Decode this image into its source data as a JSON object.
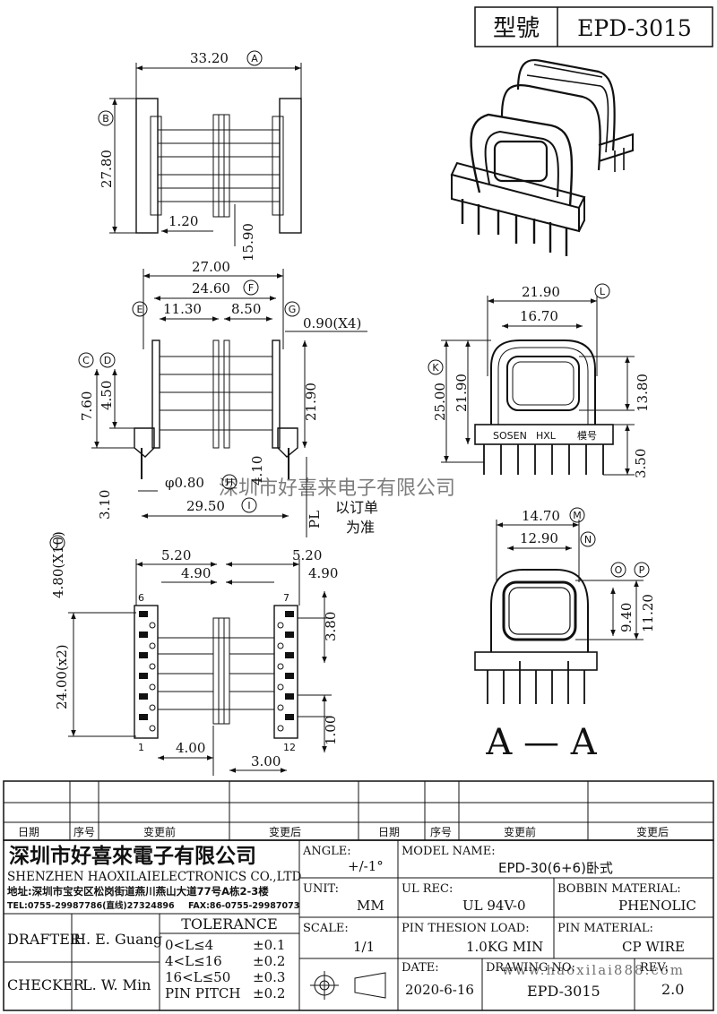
{
  "header": {
    "model_label": "型號",
    "model_value": "EPD-3015"
  },
  "top_view": {
    "width": "33.20",
    "width_tag": "A",
    "height": "27.80",
    "height_tag": "B",
    "flange": "1.20",
    "core_window": "15.90"
  },
  "side_view": {
    "overall": "27.00",
    "inner": "24.60",
    "inner_tag": "F",
    "left_slot": "11.30",
    "right_slot": "8.50",
    "wall": "0.90(X4)",
    "tag_e": "E",
    "tag_g": "G",
    "tag_c": "C",
    "tag_d": "D",
    "h1": "7.60",
    "h2": "4.50",
    "h3": "21.90",
    "pin_dia": "φ0.80",
    "pin_dia_tag": "H",
    "pin_len": "4.10",
    "pin_span": "29.50",
    "pin_span_tag": "I",
    "stub": "3.10",
    "pl_label": "PL",
    "pl_note_1": "以订单",
    "pl_note_2": "为准"
  },
  "front_view": {
    "width": "21.90",
    "width_tag": "L",
    "window": "16.70",
    "height": "25.00",
    "height_tag": "K",
    "inner_h": "21.90",
    "window_h": "13.80",
    "pin_h": "3.50",
    "base_text": [
      "SOSEN",
      "HXL",
      "模号"
    ]
  },
  "end_view": {
    "outer": "14.70",
    "outer_tag": "M",
    "inner": "12.90",
    "inner_tag": "N",
    "tag_o": "O",
    "tag_p": "P",
    "h_inner": "9.40",
    "h_outer": "11.20",
    "aa_label": "A — A"
  },
  "bottom_view": {
    "pitch": "4.80(X10)",
    "pitch_tag": "J",
    "span": "24.00(x2)",
    "left_out": "5.20",
    "left_in": "4.90",
    "right_out": "5.20",
    "right_in": "4.90",
    "pin6": "6",
    "pin7": "7",
    "pin1": "1",
    "pin12": "12",
    "v1": "3.80",
    "v2": "1.00",
    "h1": "4.00",
    "h2": "3.00"
  },
  "revision_table": {
    "columns": [
      "日期",
      "序号",
      "变更前",
      "变更后",
      "日期",
      "序号",
      "变更前",
      "变更后"
    ]
  },
  "title_block": {
    "company_cn": "深圳市好喜來電子有限公司",
    "company_en": "SHENZHEN HAOXILAIELECTRONICS CO.,LTD",
    "address": "地址:深圳市宝安区松岗街道燕川燕山大道77号A栋2-3楼",
    "tel": "TEL:0755-29987786(直线)27324896",
    "fax": "FAX:86-0755-29987073",
    "drafter_label": "DRAFTER",
    "drafter": "H. E. Guang",
    "checker_label": "CHECKER",
    "checker": "L. W. Min",
    "tolerance_label": "TOLERANCE",
    "tolerances": [
      {
        "range": "0<L≤4",
        "tol": "±0.1"
      },
      {
        "range": "4<L≤16",
        "tol": "±0.2"
      },
      {
        "range": "16<L≤50",
        "tol": "±0.3"
      },
      {
        "range": "PIN PITCH",
        "tol": "±0.2"
      }
    ],
    "angle_label": "ANGLE:",
    "angle": "+/-1°",
    "unit_label": "UNIT:",
    "unit": "MM",
    "scale_label": "SCALE:",
    "scale": "1/1",
    "model_name_label": "MODEL NAME:",
    "model_name": "EPD-30(6+6)卧式",
    "ul_label": "UL REC:",
    "ul": "UL 94V-0",
    "bobbin_label": "BOBBIN MATERIAL:",
    "bobbin": "PHENOLIC",
    "pin_load_label": "PIN THESION LOAD:",
    "pin_load": "1.0KG MIN",
    "pin_mat_label": "PIN MATERIAL:",
    "pin_mat": "CP  WIRE",
    "date_label": "DATE:",
    "date": "2020-6-16",
    "drawing_label": "DRAWING NO:",
    "drawing": "EPD-3015",
    "rev_label": "REV:",
    "rev": "2.0"
  },
  "watermarks": {
    "center": "深圳市好喜来电子有限公司",
    "site": "www.haoxilai888.com"
  }
}
